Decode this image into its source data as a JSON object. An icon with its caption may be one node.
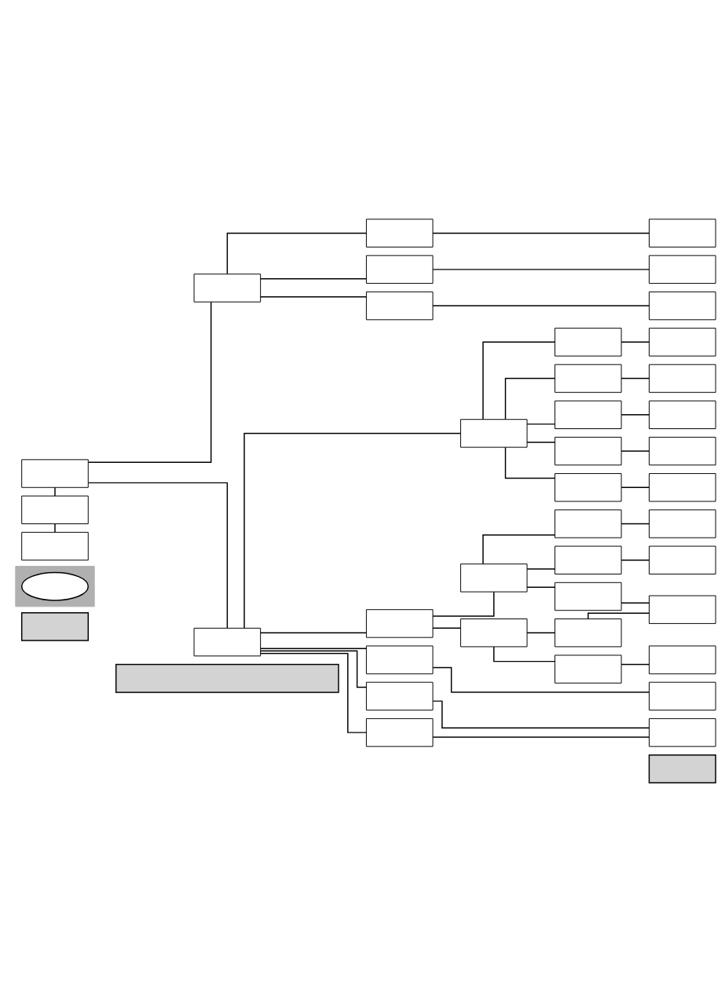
{
  "diagram": {
    "nodes": [
      {
        "text": [],
        "shape": "box"
      },
      {
        "text": [],
        "shape": "box"
      },
      {
        "text": [],
        "shape": "box"
      },
      {
        "text": [],
        "shape": "box"
      },
      {
        "text": [],
        "shape": "ellipse",
        "in": 3
      },
      {
        "text": [],
        "shape": "box"
      },
      {
        "text": [],
        "shape": "box"
      },
      {
        "text": [],
        "shape": "box"
      },
      {
        "text": [],
        "shape": "box"
      },
      {
        "text": [],
        "shape": "box"
      },
      {
        "text": [],
        "shape": "box"
      },
      {
        "text": [],
        "shape": "box"
      },
      {
        "text": [],
        "shape": "box"
      },
      {
        "text": [],
        "shape": "box"
      },
      {
        "text": [],
        "shape": "box"
      },
      {
        "text": [],
        "shape": "box"
      },
      {
        "text": [],
        "shape": "box"
      },
      {
        "text": [],
        "shape": "box"
      },
      {
        "text": [],
        "shape": "box"
      },
      {
        "text": [],
        "shape": "box"
      },
      {
        "text": [],
        "shape": "box"
      },
      {
        "text": [],
        "shape": "box"
      },
      {
        "text": [],
        "shape": "box"
      },
      {
        "text": [],
        "shape": "box"
      },
      {
        "text": [],
        "shape": "box"
      },
      {
        "text": [],
        "shape": "box"
      },
      {
        "text": [],
        "shape": "box"
      },
      {
        "text": [],
        "shape": "box"
      },
      {
        "text": [],
        "shape": "box"
      },
      {
        "text": [],
        "shape": "box"
      },
      {
        "text": [],
        "shape": "box"
      },
      {
        "text": [],
        "shape": "box"
      },
      {
        "text": [],
        "shape": "box"
      },
      {
        "text": [],
        "shape": "box"
      },
      {
        "text": [],
        "shape": "box"
      },
      {
        "text": [],
        "shape": "box"
      },
      {
        "text": [],
        "shape": "box"
      },
      {
        "text": [],
        "shape": "box"
      },
      {
        "text": [],
        "shape": "box"
      },
      {
        "text": [],
        "shape": "box"
      },
      {
        "text": [],
        "shape": "box"
      },
      {
        "text": [],
        "shape": "box"
      },
      {
        "text": [],
        "shape": "box"
      },
      {
        "text": [],
        "shape": "box"
      }
    ],
    "edges": [
      {
        "from": 14,
        "to": 20,
        "arrow": "none"
      },
      {
        "from": 20,
        "to": 25,
        "arrow": "none"
      },
      {
        "from": 14,
        "to": 5,
        "arrow": "none"
      },
      {
        "from": 14,
        "to": 28,
        "arrow": "none"
      },
      {
        "from": 5,
        "to": 6,
        "arrow": "none"
      },
      {
        "from": 5,
        "to": 8,
        "arrow": "none"
      },
      {
        "from": 5,
        "to": 10,
        "arrow": "none"
      },
      {
        "from": 6,
        "to": 7,
        "arrow": "none"
      },
      {
        "from": 8,
        "to": 9,
        "arrow": "none"
      },
      {
        "from": 10,
        "to": 11,
        "arrow": "none"
      },
      {
        "from": 28,
        "to": 15,
        "arrow": "none"
      },
      {
        "from": 28,
        "to": 32,
        "arrow": "none"
      },
      {
        "from": 28,
        "to": 39,
        "arrow": "none"
      },
      {
        "from": 28,
        "to": 41,
        "arrow": "none"
      },
      {
        "from": 28,
        "to": 43,
        "arrow": "none"
      },
      {
        "from": 15,
        "to": 12,
        "arrow": "none"
      },
      {
        "from": 15,
        "to": 16,
        "arrow": "none"
      },
      {
        "from": 15,
        "to": 18,
        "arrow": "none"
      },
      {
        "from": 15,
        "to": 21,
        "arrow": "none"
      },
      {
        "from": 15,
        "to": 23,
        "arrow": "none"
      },
      {
        "from": 12,
        "to": 13,
        "arrow": "none"
      },
      {
        "from": 16,
        "to": 17,
        "arrow": "none"
      },
      {
        "from": 18,
        "to": 19,
        "arrow": "none"
      },
      {
        "from": 21,
        "to": 22,
        "arrow": "none"
      },
      {
        "from": 23,
        "to": 24,
        "arrow": "none"
      },
      {
        "from": 32,
        "to": 29,
        "arrow": "none"
      },
      {
        "from": 32,
        "to": 36,
        "arrow": "none"
      },
      {
        "from": 29,
        "to": 26,
        "arrow": "none"
      },
      {
        "from": 29,
        "to": 30,
        "arrow": "none"
      },
      {
        "from": 29,
        "to": 33,
        "arrow": "none"
      },
      {
        "from": 26,
        "to": 27,
        "arrow": "none"
      },
      {
        "from": 30,
        "to": 31,
        "arrow": "none"
      },
      {
        "from": 33,
        "to": 35,
        "arrow": "none"
      },
      {
        "from": 34,
        "to": 35,
        "arrow": "none"
      },
      {
        "from": 36,
        "to": 34,
        "arrow": "none"
      },
      {
        "from": 36,
        "to": 37,
        "arrow": "none"
      },
      {
        "from": 37,
        "to": 38,
        "arrow": "none"
      },
      {
        "from": 39,
        "to": 40,
        "arrow": "none"
      },
      {
        "from": 41,
        "to": 42,
        "arrow": "none"
      },
      {
        "from": 43,
        "to": 42,
        "arrow": "none"
      }
    ]
  }
}
